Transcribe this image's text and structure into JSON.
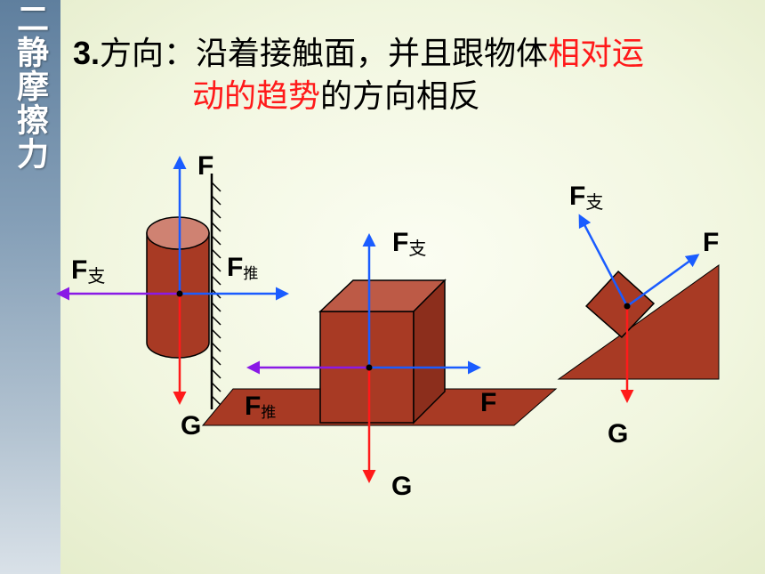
{
  "sidebar": {
    "title": "二静摩擦力"
  },
  "heading": {
    "number": "3.",
    "prefix": "方向：沿着接触面，并且跟物体",
    "highlight1": "相对运",
    "highlight2": "动的趋势",
    "suffix": "的方向相反"
  },
  "colors": {
    "object_fill": "#a83a24",
    "gravity_arrow": "#ff1a1a",
    "normal_arrow": "#1a5cff",
    "push_arrow": "#8a1ae6",
    "highlight_text": "#ff1a1a"
  },
  "scenes": [
    {
      "name": "cylinder-against-wall",
      "labels": {
        "friction": "F",
        "normal": "F支",
        "normal_main": "F",
        "normal_sub": "支",
        "push_main": "F",
        "push_sub": "推",
        "gravity": "G"
      }
    },
    {
      "name": "box-on-floor",
      "labels": {
        "normal_main": "F",
        "normal_sub": "支",
        "push_main": "F",
        "push_sub": "推",
        "friction": "F",
        "gravity": "G"
      }
    },
    {
      "name": "block-on-incline",
      "labels": {
        "normal_main": "F",
        "normal_sub": "支",
        "friction": "F",
        "gravity": "G"
      }
    }
  ]
}
